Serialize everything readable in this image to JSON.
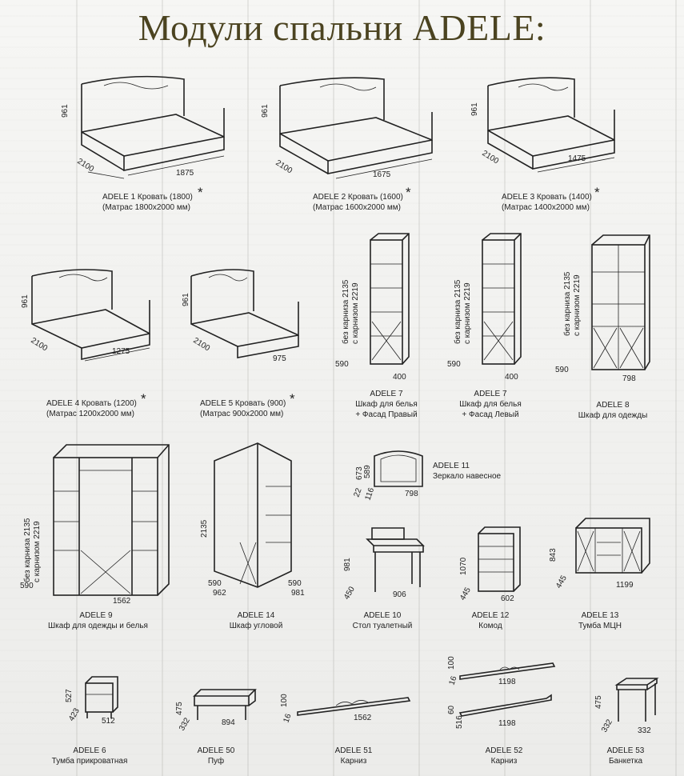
{
  "title": "Модули спальни ADELE:",
  "star": "*",
  "items": {
    "bed1800": {
      "model": "ADELE 1 Кровать (1800)",
      "desc": "(Матрас 1800х2000 мм)",
      "h": "961",
      "d": "2100",
      "w": "1875"
    },
    "bed1600": {
      "model": "ADELE 2 Кровать (1600)",
      "desc": "(Матрас 1600х2000 мм)",
      "h": "961",
      "d": "2100",
      "w": "1675"
    },
    "bed1400": {
      "model": "ADELE 3 Кровать (1400)",
      "desc": "(Матрас 1400х2000 мм)",
      "h": "961",
      "d": "2100",
      "w": "1475"
    },
    "bed1200": {
      "model": "ADELE 4 Кровать (1200)",
      "desc": "(Матрас 1200х2000 мм)",
      "h": "961",
      "d": "2100",
      "w": "1275"
    },
    "bed900": {
      "model": "ADELE 5 Кровать (900)",
      "desc": "(Матрас 900х2000 мм)",
      "h": "961",
      "d": "2100",
      "w": "975"
    },
    "shelfRight": {
      "model": "ADELE 7",
      "name": "Шкаф для белья",
      "extra": "+ Фасад Правый",
      "h1": "без карниза 2135",
      "h2": "с карнизом 2219",
      "d": "590",
      "w": "400"
    },
    "shelfLeft": {
      "model": "ADELE 7",
      "name": "Шкаф для белья",
      "extra": "+ Фасад Левый",
      "h1": "без карниза 2135",
      "h2": "с карнизом 2219",
      "d": "590",
      "w": "400"
    },
    "wardrobe8": {
      "model": "ADELE 8",
      "name": "Шкаф для одежды",
      "h1": "без карниза 2135",
      "h2": "с карнизом 2219",
      "d": "590",
      "w": "798"
    },
    "wardrobe9": {
      "model": "ADELE 9",
      "name": "Шкаф для одежды и белья",
      "h1": "без карниза 2135",
      "h2": "с карнизом 2219",
      "d": "590",
      "w": "1562"
    },
    "corner14": {
      "model": "ADELE 14",
      "name": "Шкаф угловой",
      "h": "2135",
      "d1": "590",
      "d2": "590",
      "w1": "962",
      "w2": "981"
    },
    "mirror11": {
      "model": "ADELE 11",
      "name": "Зеркало навесное",
      "h1": "673",
      "h2": "589",
      "d1": "22",
      "d2": "116",
      "w": "798"
    },
    "table10": {
      "model": "ADELE 10",
      "name": "Стол туалетный",
      "h": "981",
      "d": "450",
      "w": "906"
    },
    "dresser12": {
      "model": "ADELE 12",
      "name": "Комод",
      "h": "1070",
      "d": "445",
      "w": "602"
    },
    "sideboard13": {
      "model": "ADELE 13",
      "name": "Тумба МЦН",
      "h": "843",
      "d": "445",
      "w": "1199"
    },
    "night6": {
      "model": "ADELE 6",
      "name": "Тумба прикроватная",
      "h": "527",
      "d": "423",
      "w": "512"
    },
    "pouf50": {
      "model": "ADELE 50",
      "name": "Пуф",
      "h": "475",
      "d": "332",
      "w": "894"
    },
    "cornice51": {
      "model": "ADELE 51",
      "name": "Карниз",
      "h": "100",
      "d": "16",
      "w": "1562"
    },
    "cornice52": {
      "model": "ADELE 52",
      "name": "Карниз",
      "h1": "100",
      "d1": "16",
      "w1": "1198",
      "h2": "60",
      "d2": "516",
      "w2": "1198"
    },
    "bench53": {
      "model": "ADELE 53",
      "name": "Банкетка",
      "h": "475",
      "d": "332",
      "w": "332"
    }
  }
}
